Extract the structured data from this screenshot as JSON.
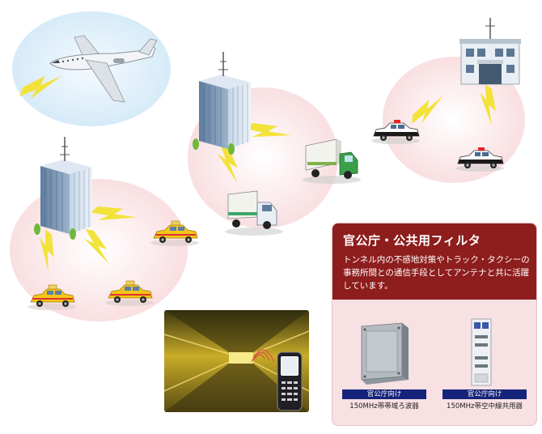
{
  "panel": {
    "title": "官公庁・公共用フィルタ",
    "description": "トンネル内の不感地対策やトラック・タクシーの事務所間との通信手段としてアンテナと共に活躍しています。",
    "products": [
      {
        "tag": "官公庁向け",
        "name": "150MHz帯帯域ろ波器"
      },
      {
        "tag": "官公庁向け",
        "name": "150MHz帯空中線共用器"
      }
    ]
  },
  "colors": {
    "panel_header": "#8e1d1d",
    "panel_body": "#f8e1e3",
    "tag_bg": "#16237a",
    "signal_bolt": "#f2e23a",
    "coverage_pink": "#fbe7e8",
    "coverage_blue": "#e3f1fb"
  }
}
